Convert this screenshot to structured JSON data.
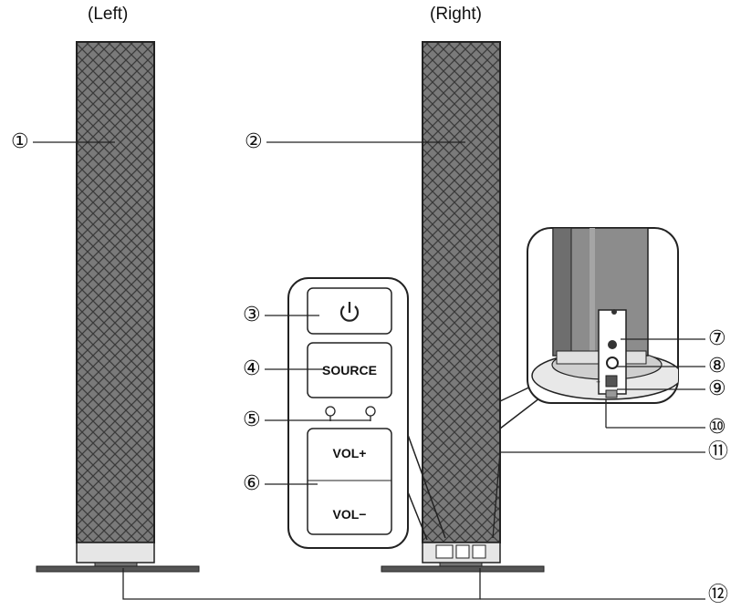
{
  "views": {
    "left": "(Left)",
    "right": "(Right)"
  },
  "callouts": {
    "c1": "①",
    "c2": "②",
    "c3": "③",
    "c4": "④",
    "c5": "⑤",
    "c6": "⑥",
    "c7": "⑦",
    "c8": "⑧",
    "c9": "⑨",
    "c10": "⑩",
    "c11": "⑪",
    "c12": "⑫"
  },
  "panel": {
    "source": "SOURCE",
    "vol_plus": "VOL+",
    "vol_minus": "VOL−"
  }
}
